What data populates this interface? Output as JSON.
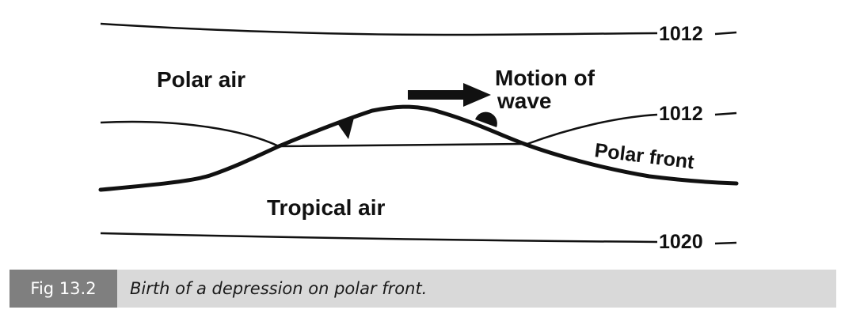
{
  "figure": {
    "labels": {
      "polar_air": "Polar air",
      "tropical_air": "Tropical air",
      "motion_line1": "Motion of",
      "motion_line2": "wave",
      "polar_front": "Polar front"
    },
    "isobars": {
      "top": "1012",
      "middle": "1012",
      "bottom": "1020"
    }
  },
  "caption": {
    "number": "Fig 13.2",
    "text": "Birth of a depression on polar front."
  },
  "colors": {
    "ink": "#111111",
    "caption_label_bg": "#7f7f7f",
    "caption_bg": "#d9d9d9"
  }
}
